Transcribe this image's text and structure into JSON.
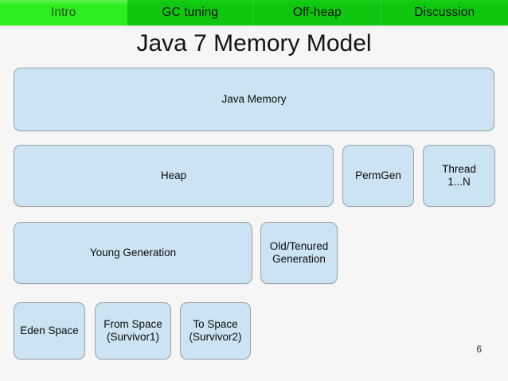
{
  "nav": {
    "tabs": [
      {
        "label": "Intro",
        "active": true
      },
      {
        "label": "GC tuning",
        "active": false
      },
      {
        "label": "Off-heap",
        "active": false
      },
      {
        "label": "Discussion",
        "active": false
      }
    ],
    "active_color": "#2fee1f",
    "inactive_color": "#0ec70e",
    "active_text_color": "#1f5a16",
    "inactive_text_color": "#111111"
  },
  "slide": {
    "title": "Java 7 Memory Model",
    "page_number": "6",
    "background_color": "#f6f6f6",
    "box_fill_color": "#cbe3f2",
    "box_border_color": "#9aa2a8"
  },
  "diagram": {
    "rows": [
      {
        "name": "memory-root",
        "boxes": [
          {
            "id": "java-memory",
            "label": "Java Memory"
          }
        ]
      },
      {
        "name": "memory-areas",
        "boxes": [
          {
            "id": "heap",
            "label": "Heap"
          },
          {
            "id": "permgen",
            "label": "PermGen"
          },
          {
            "id": "thread",
            "label_line1": "Thread",
            "label_line2": "1...N"
          }
        ]
      },
      {
        "name": "heap-generations",
        "boxes": [
          {
            "id": "young-generation",
            "label": "Young Generation"
          },
          {
            "id": "old-generation",
            "label_line1": "Old/Tenured",
            "label_line2": "Generation"
          }
        ]
      },
      {
        "name": "young-generation-spaces",
        "boxes": [
          {
            "id": "eden-space",
            "label": "Eden Space"
          },
          {
            "id": "from-space",
            "label_line1": "From Space",
            "label_line2": "(Survivor1)"
          },
          {
            "id": "to-space",
            "label_line1": "To Space",
            "label_line2": "(Survivor2)"
          }
        ]
      }
    ]
  }
}
